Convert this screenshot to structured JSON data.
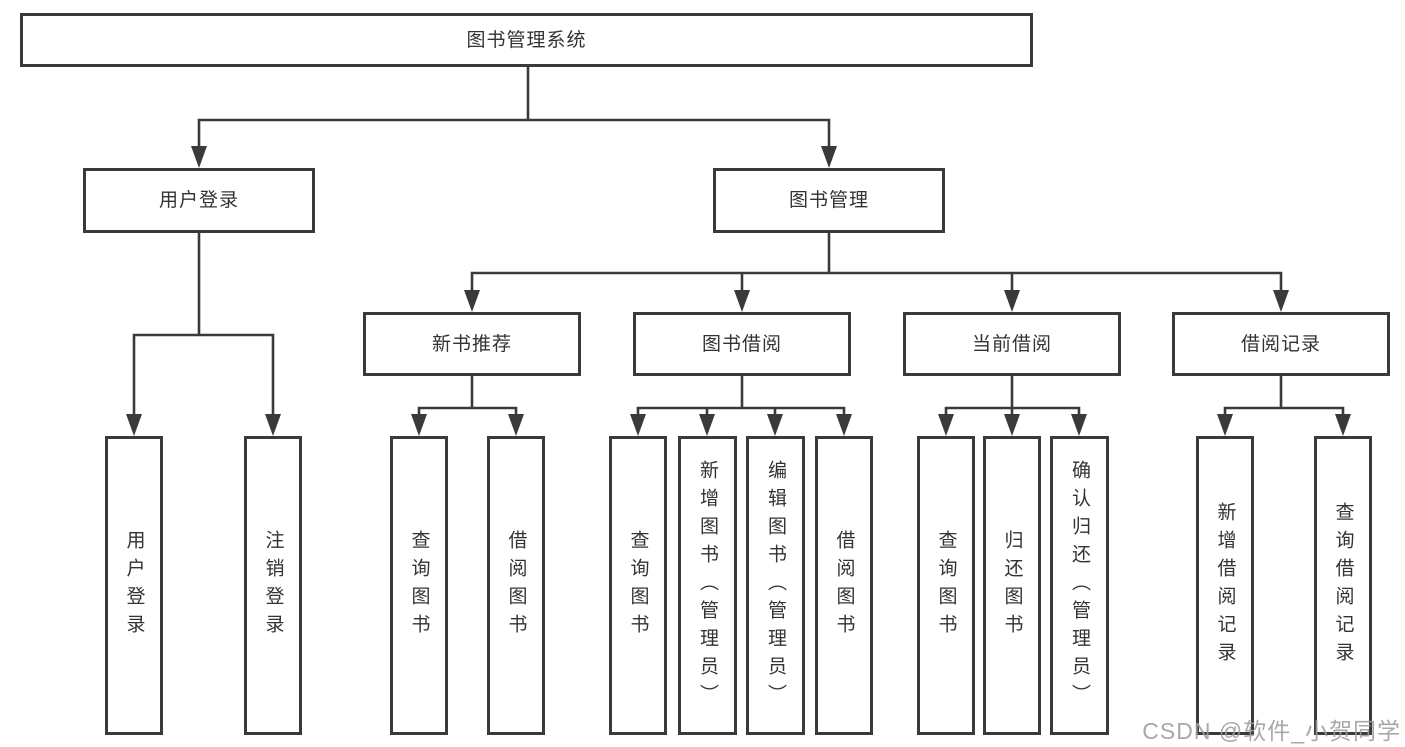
{
  "diagram": {
    "type": "hierarchy-tree",
    "colors": {
      "background": "#ffffff",
      "line": "#3a3a3a",
      "box_border": "#3a3a3a",
      "box_fill": "#ffffff",
      "text": "#333333",
      "watermark_text": "#9c9c9c"
    },
    "tree": {
      "label": "图书管理系统",
      "children": [
        {
          "label": "用户登录",
          "children": [
            {
              "label": "用户登录"
            },
            {
              "label": "注销登录"
            }
          ]
        },
        {
          "label": "图书管理",
          "children": [
            {
              "label": "新书推荐",
              "children": [
                {
                  "label": "查询图书"
                },
                {
                  "label": "借阅图书"
                }
              ]
            },
            {
              "label": "图书借阅",
              "children": [
                {
                  "label": "查询图书"
                },
                {
                  "label": "新增图书（管理员）"
                },
                {
                  "label": "编辑图书（管理员）"
                },
                {
                  "label": "借阅图书"
                }
              ]
            },
            {
              "label": "当前借阅",
              "children": [
                {
                  "label": "查询图书"
                },
                {
                  "label": "归还图书"
                },
                {
                  "label": "确认归还（管理员）"
                }
              ]
            },
            {
              "label": "借阅记录",
              "children": [
                {
                  "label": "新增借阅记录"
                },
                {
                  "label": "查询借阅记录"
                }
              ]
            }
          ]
        }
      ]
    }
  },
  "watermark": {
    "text": "CSDN @软件_小贺同学"
  }
}
